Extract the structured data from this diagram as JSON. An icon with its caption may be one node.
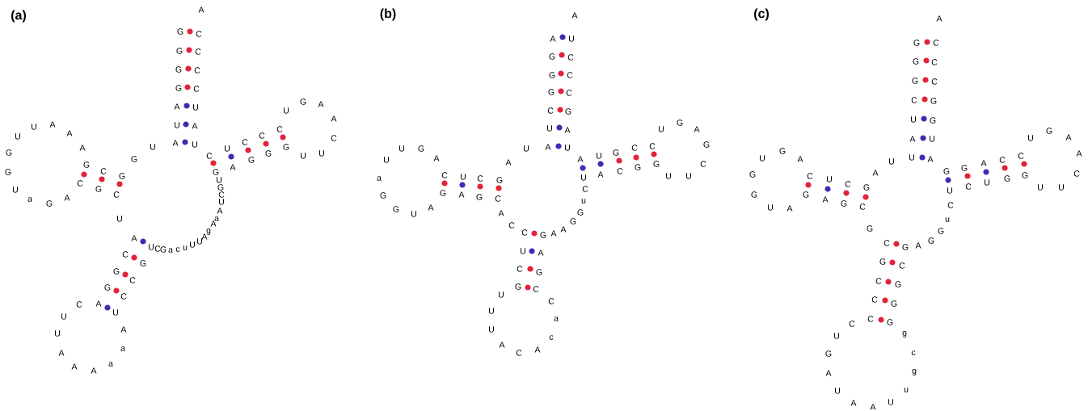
{
  "diagram": {
    "labels": [
      "(a)",
      "A",
      "G",
      "C",
      "G",
      "C",
      "G",
      "C",
      "G",
      "C",
      "G",
      "G",
      "U",
      "U",
      "a",
      "U",
      "G",
      "A",
      "A",
      "A",
      "C",
      "A",
      "G",
      "G",
      "C",
      "C",
      "U",
      "G",
      "C",
      "G",
      "A",
      "U",
      "U",
      "C",
      "G",
      "a",
      "A",
      "A",
      "U",
      "c",
      "u",
      "U",
      "A",
      "U",
      "U",
      "U",
      "A",
      "g",
      "C",
      "A",
      "G",
      "a",
      "U",
      "A",
      "G",
      "C",
      "U",
      "U",
      "A",
      "C",
      "G",
      "C",
      "G",
      "C",
      "U",
      "G",
      "G",
      "U",
      "A",
      "U",
      "A",
      "C",
      "G",
      "G",
      "G",
      "C",
      "U",
      "C",
      "A",
      "U",
      "C",
      "U",
      "A",
      "A",
      "a",
      "A",
      "A",
      "a",
      "(b)",
      "A",
      "A",
      "U",
      "G",
      "C",
      "G",
      "C",
      "G",
      "C",
      "C",
      "G",
      "U",
      "A",
      "U",
      "G",
      "A",
      "a",
      "U",
      "U",
      "G",
      "A",
      "C",
      "U",
      "C",
      "G",
      "A",
      "U",
      "A",
      "U",
      "A",
      "U",
      "U",
      "A",
      "G",
      "C",
      "C",
      "G",
      "C",
      "G",
      "U",
      "U",
      "C",
      "G",
      "G",
      "G",
      "U",
      "A",
      "G",
      "A",
      "G",
      "C",
      "A",
      "C",
      "C",
      "G",
      "A",
      "A",
      "G",
      "G",
      "u",
      "C",
      "U",
      "A",
      "C",
      "G",
      "U",
      "G",
      "C",
      "C",
      "U",
      "a",
      "U",
      "A",
      "C",
      "A",
      "c",
      "(c)",
      "A",
      "G",
      "C",
      "G",
      "C",
      "G",
      "C",
      "C",
      "G",
      "U",
      "G",
      "A",
      "U",
      "U",
      "G",
      "A",
      "G",
      "G",
      "U",
      "U",
      "G",
      "A",
      "A",
      "G",
      "C",
      "A",
      "U",
      "G",
      "C",
      "C",
      "G",
      "A",
      "U",
      "U",
      "A",
      "G",
      "U",
      "C",
      "G",
      "C",
      "A",
      "U",
      "C",
      "G",
      "C",
      "G",
      "U",
      "U",
      "C",
      "A",
      "u",
      "G",
      "G",
      "C",
      "G",
      "A",
      "G",
      "G",
      "C",
      "C",
      "G",
      "C",
      "G",
      "C",
      "C",
      "G",
      "U",
      "g",
      "G",
      "c",
      "A",
      "g",
      "U",
      "u",
      "A",
      "A",
      "U"
    ]
  }
}
